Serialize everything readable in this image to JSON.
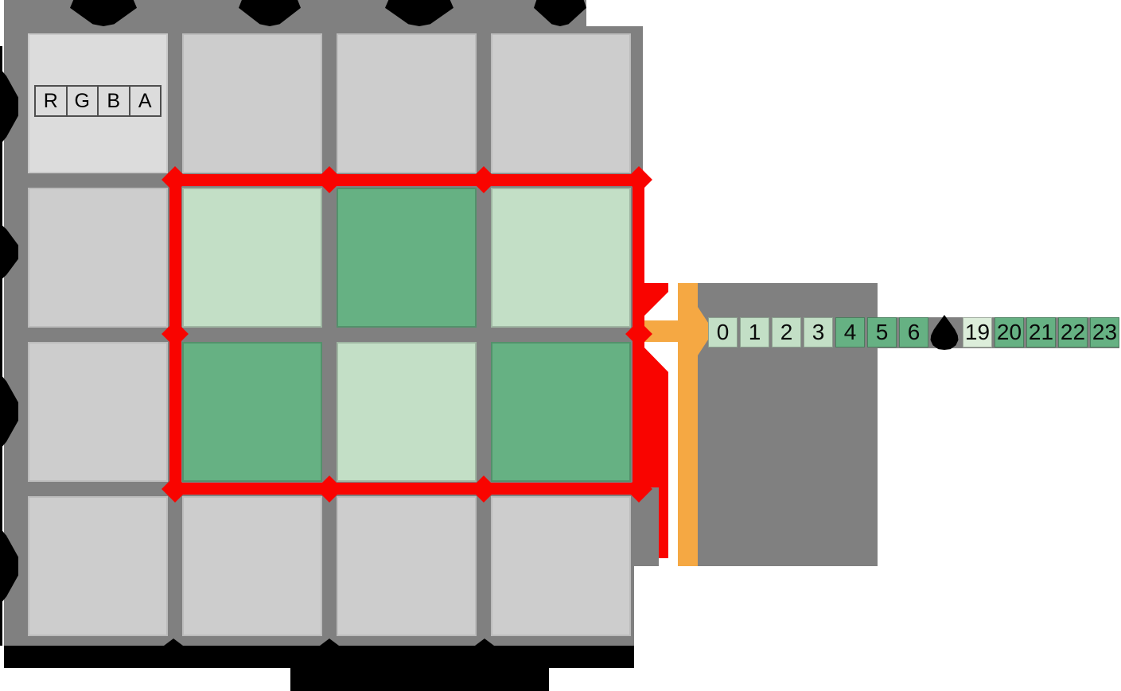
{
  "texture": {
    "channel_labels": [
      "R",
      "G",
      "B",
      "A"
    ],
    "grid": {
      "rows": 4,
      "cols": 4
    },
    "selection": {
      "rows": 2,
      "cols": 3,
      "pattern": [
        [
          "light",
          "dark",
          "light"
        ],
        [
          "dark",
          "light",
          "dark"
        ]
      ]
    }
  },
  "buffer": {
    "cells": [
      {
        "label": "0",
        "shade": "light"
      },
      {
        "label": "1",
        "shade": "light"
      },
      {
        "label": "2",
        "shade": "light"
      },
      {
        "label": "3",
        "shade": "light"
      },
      {
        "label": "4",
        "shade": "dark"
      },
      {
        "label": "5",
        "shade": "dark"
      },
      {
        "label": "6",
        "shade": "dark"
      },
      {
        "label": "19",
        "shade": "pale"
      },
      {
        "label": "20",
        "shade": "dark"
      },
      {
        "label": "21",
        "shade": "dark"
      },
      {
        "label": "22",
        "shade": "dark"
      },
      {
        "label": "23",
        "shade": "dark"
      }
    ],
    "ellipsis_marker": "blob"
  },
  "colors": {
    "panel_gray": "#808080",
    "cell_gray": "#cdcdcd",
    "cell_gray_first": "#dcdcdc",
    "green_light": "#c3dfc6",
    "green_dark": "#66b183",
    "green_pale": "#dcedda",
    "selection_red": "#f90400",
    "arrow_orange": "#f5a843",
    "cutoff_black": "#000000"
  }
}
